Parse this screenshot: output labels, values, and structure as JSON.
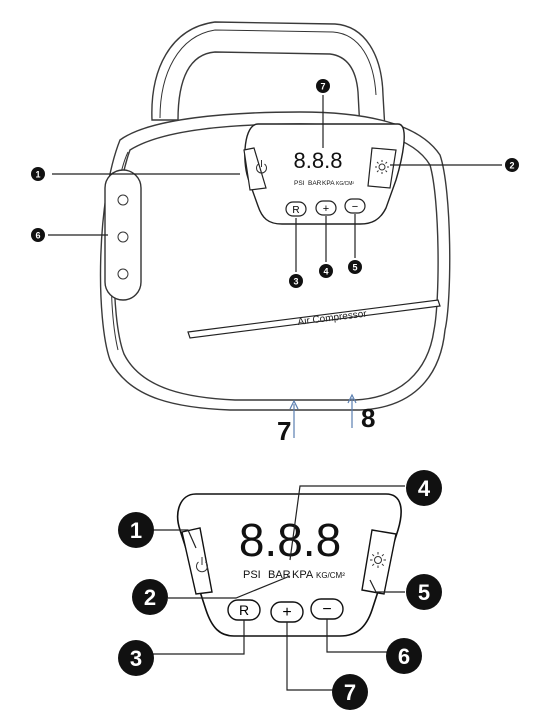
{
  "top_diagram": {
    "display_digits": "8.8.8",
    "units": [
      "PSI",
      "BAR",
      "KPA",
      "KG/CM²"
    ],
    "reset_label": "R",
    "plus_label": "+",
    "minus_label": "−",
    "brand_label": "Air Compressor",
    "callouts": [
      "1",
      "2",
      "3",
      "4",
      "5",
      "6",
      "7"
    ],
    "bottom_labels": [
      "7",
      "8"
    ]
  },
  "panel_diagram": {
    "display_digits": "8.8.8",
    "units": [
      "PSI",
      "BAR",
      "KPA",
      "KG/CM²"
    ],
    "reset_label": "R",
    "plus_label": "+",
    "minus_label": "−",
    "callouts": [
      "1",
      "2",
      "3",
      "4",
      "5",
      "6",
      "7"
    ]
  },
  "colors": {
    "ink": "#111111",
    "arrow": "#5b7fb0"
  },
  "icons": [
    "power-icon",
    "light-icon"
  ]
}
